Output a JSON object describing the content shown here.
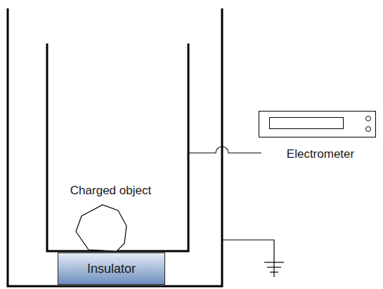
{
  "diagram": {
    "nodes": [
      {
        "text": [
          "Charged object"
        ]
      },
      {
        "text": [
          "Insulator"
        ]
      },
      {
        "text": [
          "Electrometer"
        ]
      }
    ]
  }
}
